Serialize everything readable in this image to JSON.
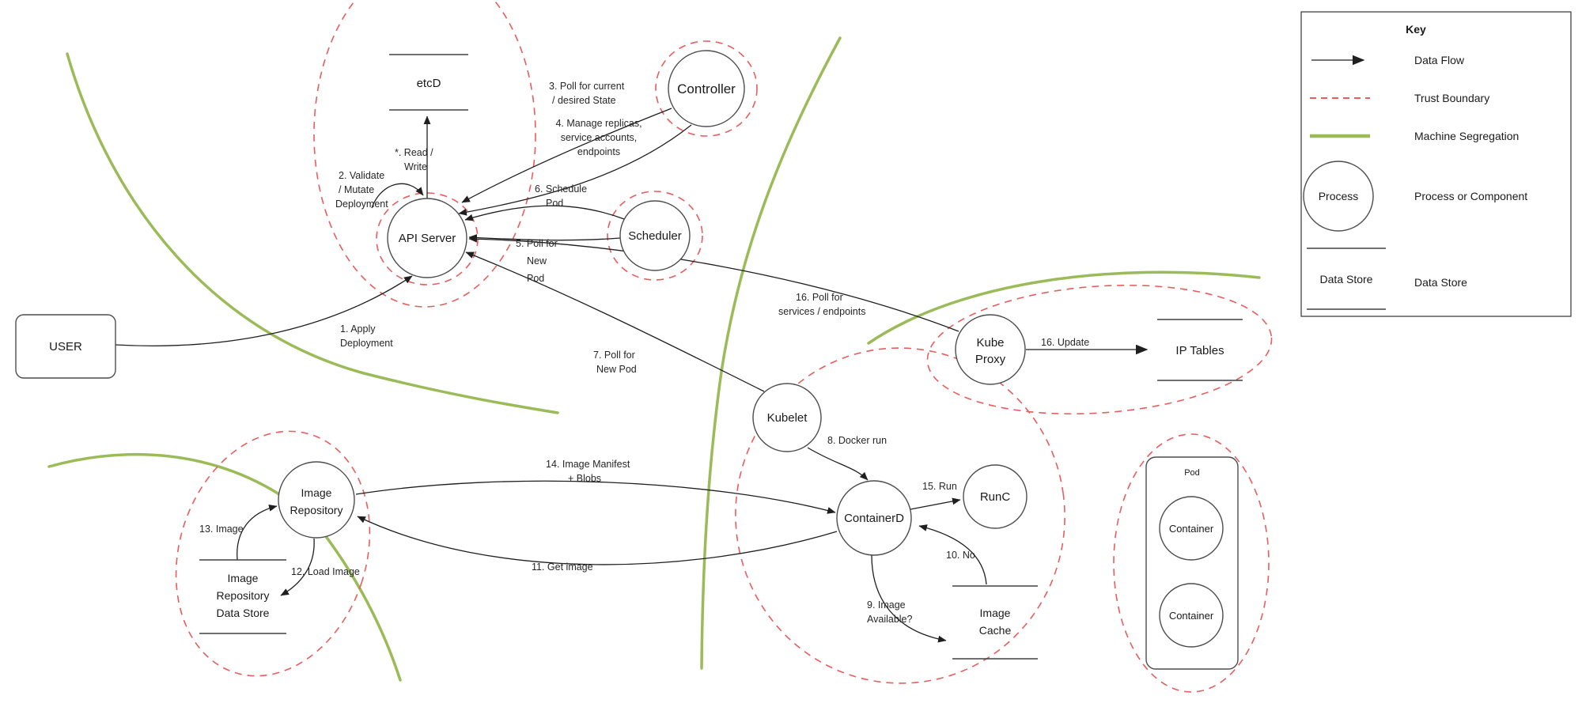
{
  "colors": {
    "trust_boundary": "#e85d5d",
    "machine_segregation": "#9bbb59",
    "data_flow": "#1f1f1f"
  },
  "nodes": {
    "user": "USER",
    "etcd": "etcD",
    "api_server": "API Server",
    "controller": "Controller",
    "scheduler": "Scheduler",
    "kube_proxy_1": "Kube",
    "kube_proxy_2": "Proxy",
    "ip_tables": "IP Tables",
    "kubelet": "Kubelet",
    "containerd": "ContainerD",
    "runc": "RunC",
    "image_cache_1": "Image",
    "image_cache_2": "Cache",
    "image_repository_1": "Image",
    "image_repository_2": "Repository",
    "image_repo_store_1": "Image",
    "image_repo_store_2": "Repository",
    "image_repo_store_3": "Data Store",
    "pod": "Pod",
    "container_top": "Container",
    "container_bottom": "Container"
  },
  "edge_labels": {
    "l1a": "1. Apply",
    "l1b": "Deployment",
    "l2a": "2. Validate",
    "l2b": "/ Mutate",
    "l2c": "Deployment",
    "l3a": "3. Poll for current",
    "l3b": "/ desired State",
    "l4a": "4. Manage replicas,",
    "l4b": "service accounts,",
    "l4c": "endpoints",
    "lrwa": "*. Read /",
    "lrwb": "Write",
    "l5a": "5. Poll for",
    "l5b": "New",
    "l5c": "Pod",
    "l6a": "6. Schedule",
    "l6b": "Pod",
    "l7a": "7. Poll for",
    "l7b": "New Pod",
    "l8": "8. Docker run",
    "l9a": "9. Image",
    "l9b": "Available?",
    "l10": "10. No",
    "l11": "11. Get image",
    "l12": "12. Load Image",
    "l13": "13. Image",
    "l14a": "14. Image Manifest",
    "l14b": "+ Blobs",
    "l15": "15. Run",
    "l16u": "16. Update",
    "l16pa": "16. Poll for",
    "l16pb": "services / endpoints"
  },
  "key": {
    "title": "Key",
    "data_flow": "Data Flow",
    "trust_boundary": "Trust Boundary",
    "machine_segregation": "Machine Segregation",
    "process": "Process",
    "process_desc": "Process or Component",
    "data_store": "Data Store",
    "data_store_desc": "Data Store"
  }
}
